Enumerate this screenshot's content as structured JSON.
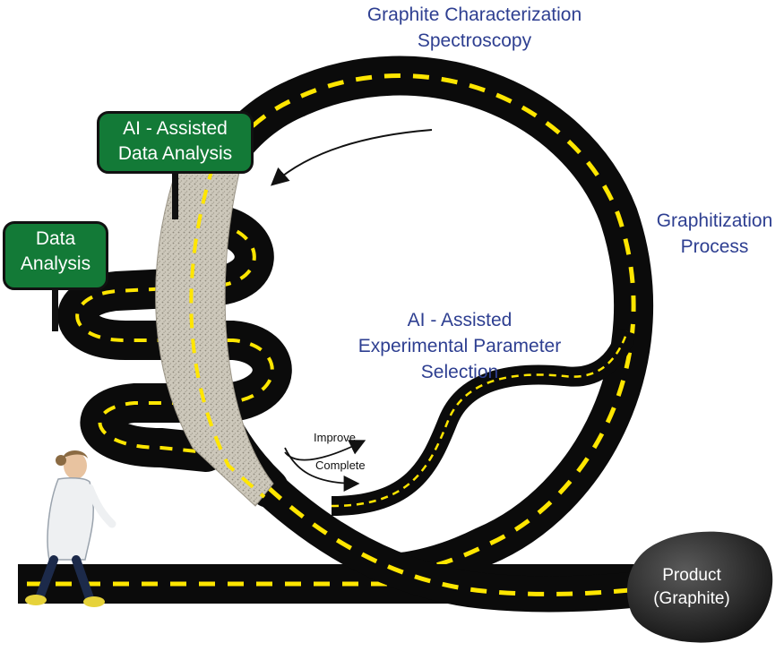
{
  "labels": {
    "characterization_line1": "Graphite Characterization",
    "characterization_line2": "Spectroscopy",
    "graphitization_line1": "Graphitization",
    "graphitization_line2": "Process",
    "ai_param_line1": "AI - Assisted",
    "ai_param_line2": "Experimental Parameter",
    "ai_param_line3": "Selection",
    "improve": "Improve",
    "complete": "Complete",
    "product_line1": "Product",
    "product_line2": "(Graphite)"
  },
  "signs": {
    "ai_analysis_line1": "AI - Assisted",
    "ai_analysis_line2": "Data Analysis",
    "data_analysis_line1": "Data",
    "data_analysis_line2": "Analysis"
  },
  "colors": {
    "road": "#0b0b0b",
    "lane_marking": "#ffe600",
    "sign_green": "#137a37",
    "label_blue": "#2e3f91",
    "paved_bridge": "#c9c4b7",
    "rock": "#2a2a2a"
  }
}
